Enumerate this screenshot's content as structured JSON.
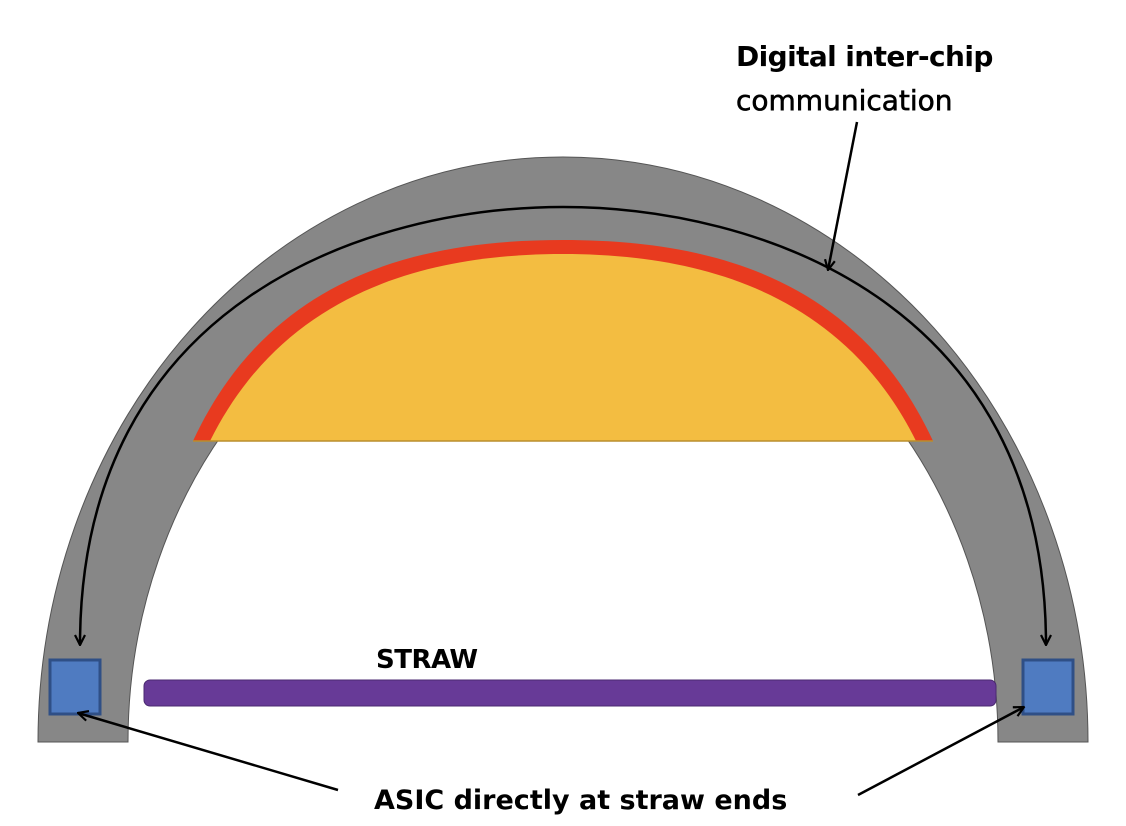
{
  "labels": {
    "digital_line1": "Digital inter-chip",
    "digital_line2": "communication",
    "straw": "STRAW",
    "asic": "ASIC directly at straw ends"
  },
  "colors": {
    "arch": "#878787",
    "arch_edge": "#555555",
    "fill_region": "#f3bd41",
    "fill_border": "#e83a1f",
    "straw": "#673a97",
    "asic": "#4f7bc1",
    "asic_edge": "#2f4f86",
    "arrow": "#000000"
  }
}
